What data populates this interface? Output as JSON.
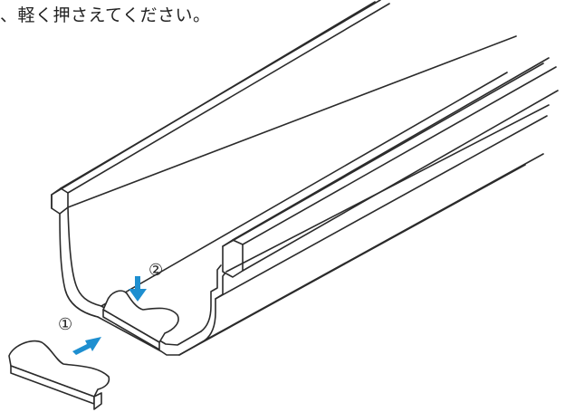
{
  "instruction_text": "、軽く押さえてください。",
  "steps": [
    {
      "label": "①"
    },
    {
      "label": "②"
    }
  ],
  "colors": {
    "line": "#2b2b2b",
    "arrow": "#1e8fd0",
    "text": "#222222"
  },
  "icons": {
    "arrow_push": "arrow-right-up-icon",
    "arrow_press": "arrow-down-icon"
  }
}
